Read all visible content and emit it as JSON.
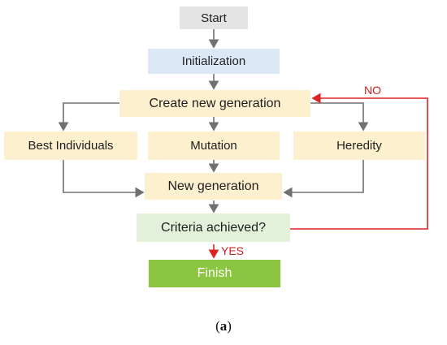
{
  "nodes": {
    "start": "Start",
    "initialization": "Initialization",
    "create": "Create new generation",
    "best": "Best Individuals",
    "mutation": "Mutation",
    "heredity": "Heredity",
    "newgen": "New generation",
    "criteria": "Criteria achieved?",
    "finish": "Finish"
  },
  "edge_labels": {
    "no": "NO",
    "yes": "YES"
  },
  "caption": {
    "open": "(",
    "letter": "a",
    "close": ")"
  },
  "colors": {
    "start": "#e4e4e4",
    "initialization": "#dce8f6",
    "process": "#fdf0cf",
    "criteria": "#e3f0da",
    "finish": "#8cc640",
    "arrow": "#707070",
    "no_yes": "#dd2222"
  }
}
